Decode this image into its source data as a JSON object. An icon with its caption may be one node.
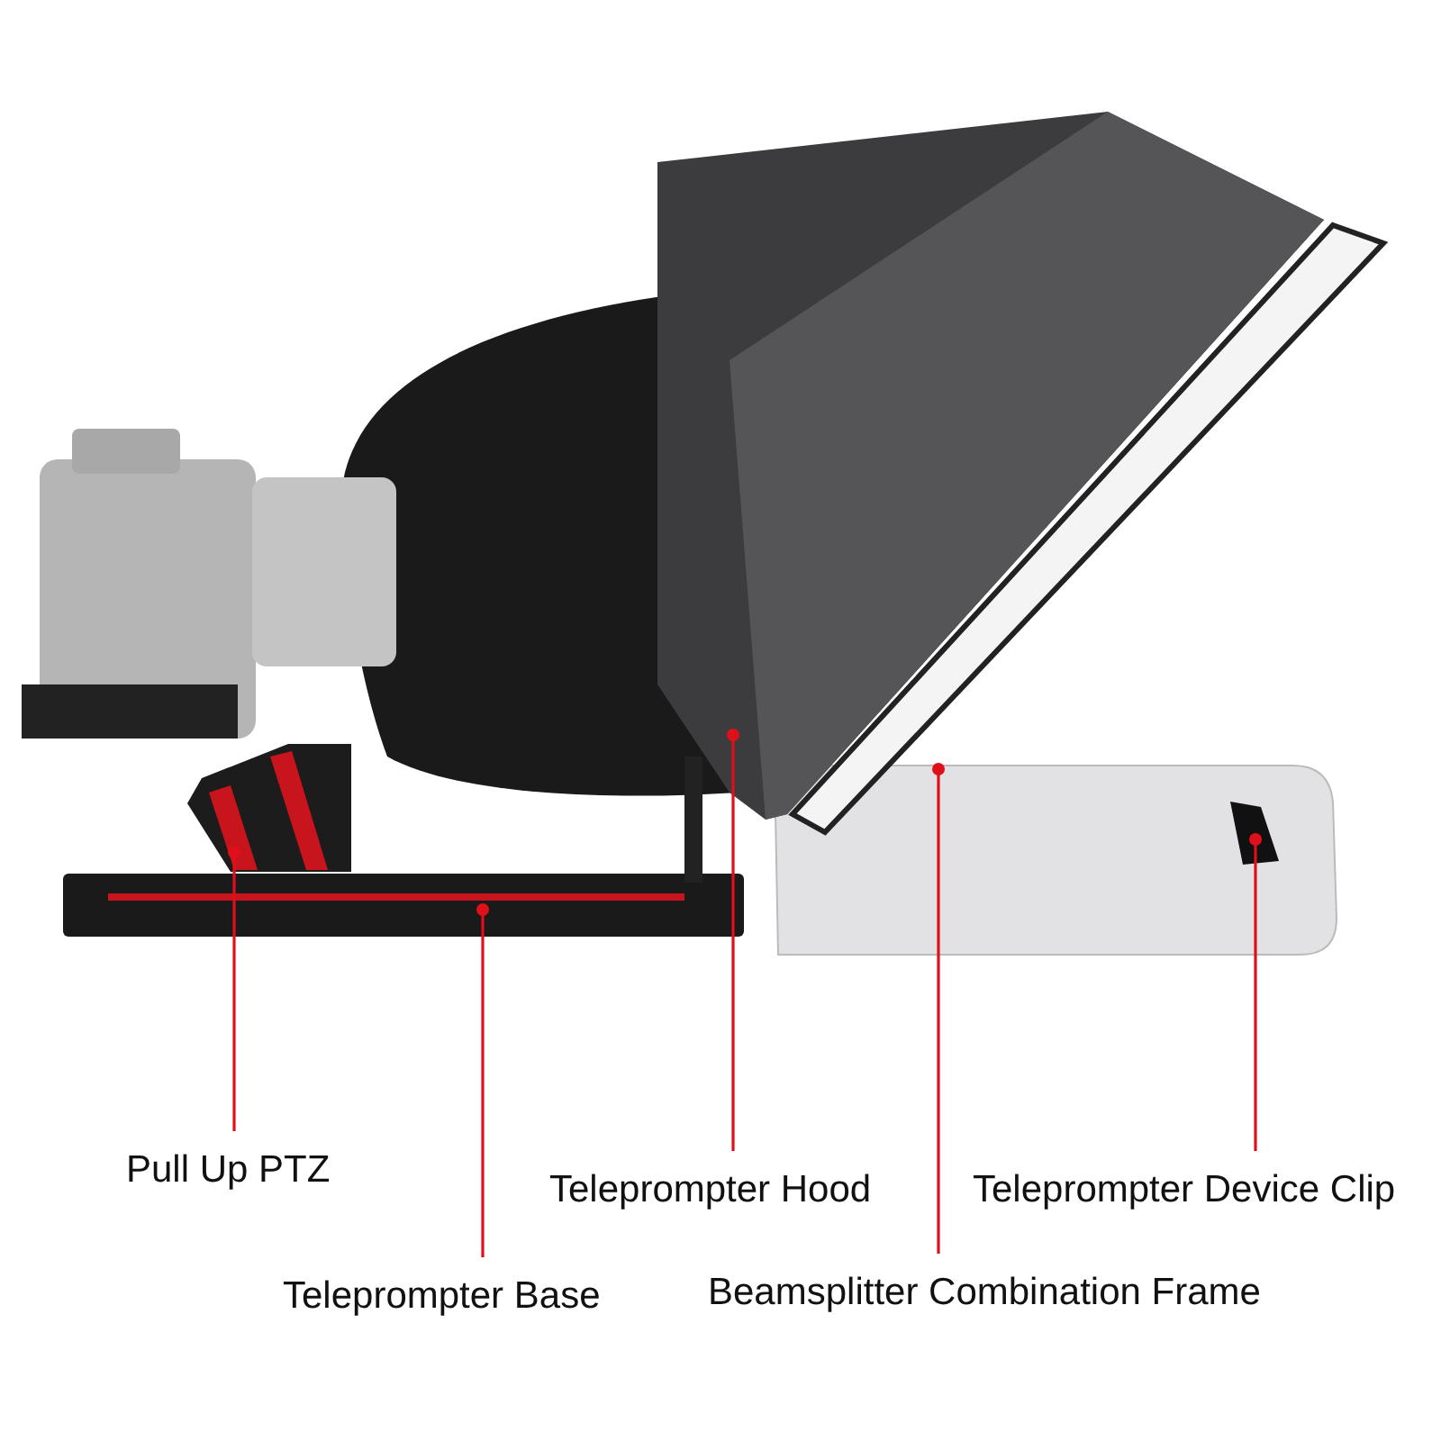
{
  "diagram": {
    "nodes": [
      {
        "text": [
          "Pull Up PTZ"
        ]
      },
      {
        "text": [
          "Teleprompter Hood"
        ]
      },
      {
        "text": [
          "Teleprompter Device Clip"
        ]
      },
      {
        "text": [
          "Teleprompter Base"
        ]
      },
      {
        "text": [
          "Beamsplitter Combination Frame"
        ]
      },
      {
        "text": [],
        "shape": "picture"
      },
      {
        "text": [],
        "shape": "picture"
      },
      {
        "text": [],
        "shape": "picture"
      },
      {
        "text": [],
        "shape": "picture"
      },
      {
        "text": [],
        "shape": "picture"
      }
    ],
    "edges": [
      {
        "from": 0,
        "to": 5,
        "arrow": "other"
      },
      {
        "from": 1,
        "to": 6,
        "arrow": "other"
      },
      {
        "from": 2,
        "to": 7,
        "arrow": "other"
      },
      {
        "from": 3,
        "to": 8,
        "arrow": "other"
      },
      {
        "from": 4,
        "to": 9,
        "arrow": "other"
      }
    ]
  }
}
